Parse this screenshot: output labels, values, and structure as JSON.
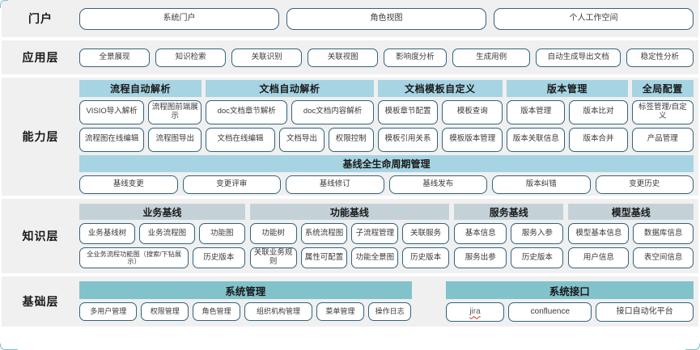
{
  "colors": {
    "band_bg": "#f0f0f0",
    "pill_border": "#33627d",
    "capability_header": "#a6d4e3",
    "knowledge_header": "#c4d2d8",
    "foundation_header": "#82c3cb",
    "text": "#3a3a3a"
  },
  "layers": [
    {
      "id": "portal",
      "label": "门户",
      "items": [
        "系统门户",
        "角色视图",
        "个人工作空间"
      ]
    },
    {
      "id": "application",
      "label": "应用层",
      "items": [
        "全景展现",
        "知识检索",
        "关联识别",
        "关联视图",
        "影响度分析",
        "生成用例",
        "自动生成导出文档",
        "稳定性分析"
      ]
    },
    {
      "id": "capability",
      "label": "能力层",
      "groups": [
        {
          "title": "流程自动解析",
          "rows": [
            [
              "VISIO导入解析",
              "流程图前端展示"
            ],
            [
              "流程图在线编辑",
              "流程图导出"
            ]
          ]
        },
        {
          "title": "文档自动解析",
          "rows": [
            [
              "doc文档章节解析",
              "doc文档内容解析"
            ],
            [
              "文档在线编辑",
              "文档导出",
              "权限控制"
            ]
          ]
        },
        {
          "title": "文档模板自定义",
          "rows": [
            [
              "模板章节配置",
              "模板查询"
            ],
            [
              "模板引用关系",
              "模板版本管理"
            ]
          ]
        },
        {
          "title": "版本管理",
          "rows": [
            [
              "版本管理",
              "版本比对"
            ],
            [
              "版本关联信息",
              "版本合并"
            ]
          ]
        },
        {
          "title": "全局配置",
          "rows": [
            [
              "标签管理/自定义"
            ],
            [
              "产品管理"
            ]
          ]
        }
      ],
      "lifecycle": {
        "title": "基线全生命周期管理",
        "items": [
          "基线变更",
          "变更评审",
          "基线修订",
          "基线发布",
          "版本纠错",
          "变更历史"
        ]
      }
    },
    {
      "id": "knowledge",
      "label": "知识层",
      "groups": [
        {
          "title": "业务基线",
          "rows": [
            [
              "业务基线树",
              "业务流程图",
              "功能图"
            ],
            [
              "全业务流程功能图（搜索/下钻展示）",
              "历史版本"
            ]
          ]
        },
        {
          "title": "功能基线",
          "rows": [
            [
              "功能树",
              "系统流程图",
              "子流程管理",
              "关联服务"
            ],
            [
              "关联业务规则",
              "属性可配置",
              "功能全景图",
              "历史版本"
            ]
          ]
        },
        {
          "title": "服务基线",
          "rows": [
            [
              "基本信息",
              "服务入参"
            ],
            [
              "服务出参",
              "历史版本"
            ]
          ]
        },
        {
          "title": "模型基线",
          "rows": [
            [
              "模型基本信息",
              "数据库信息"
            ],
            [
              "用户信息",
              "表空间信息"
            ]
          ]
        }
      ]
    },
    {
      "id": "foundation",
      "label": "基础层",
      "groups": [
        {
          "title": "系统管理",
          "rows": [
            [
              "多用户管理",
              "权限管理",
              "角色管理",
              "组织机构管理",
              "菜单管理",
              "操作日志"
            ]
          ]
        },
        {
          "title": "系统接口",
          "rows": [
            [
              "jira",
              "confluence",
              "接口自动化平台"
            ]
          ]
        }
      ]
    }
  ]
}
